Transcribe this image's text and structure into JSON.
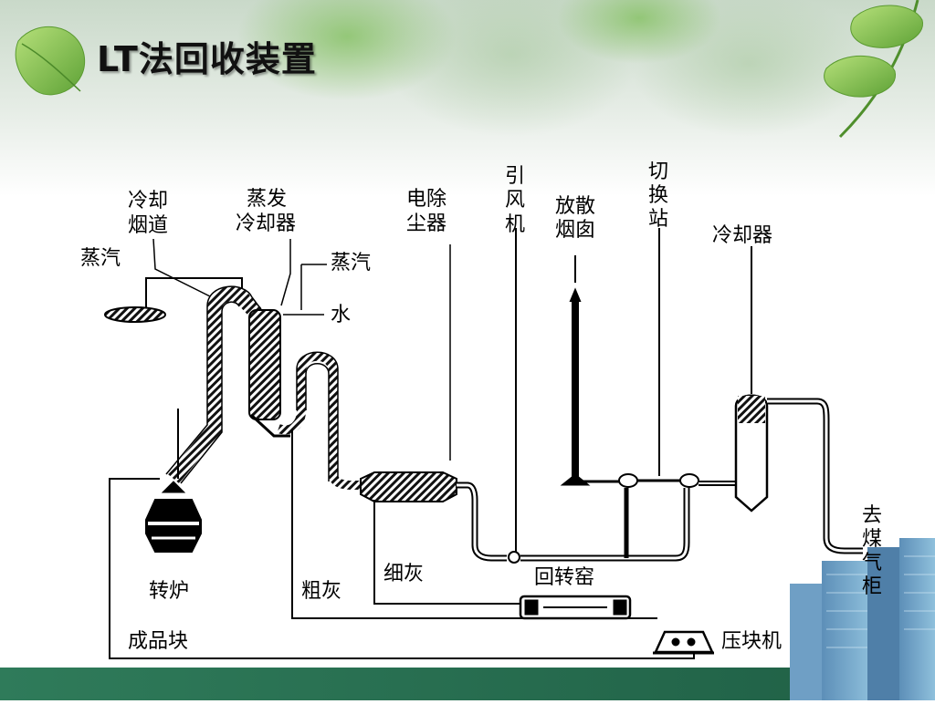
{
  "slide": {
    "title": "LT法回收装置"
  },
  "diagram": {
    "labels": {
      "cooling_flue": [
        "冷却",
        "烟道"
      ],
      "evap_cooler": [
        "蒸发",
        "冷却器"
      ],
      "steam_left": "蒸汽",
      "steam_right": "蒸汽",
      "water": "水",
      "electrostatic_precipitator": [
        "电除",
        "尘器"
      ],
      "induced_fan": [
        "引",
        "风",
        "机"
      ],
      "vent_stack": [
        "放散",
        "烟囱"
      ],
      "switch_station": [
        "切",
        "换",
        "站"
      ],
      "cooler": "冷却器",
      "to_gas_holder": [
        "去",
        "煤",
        "气",
        "柜"
      ],
      "converter": "转炉",
      "coarse_ash": "粗灰",
      "fine_ash": "细灰",
      "rotary_kiln": "回转窑",
      "briquette_product": "成品块",
      "briquetting_machine": "压块机"
    }
  }
}
